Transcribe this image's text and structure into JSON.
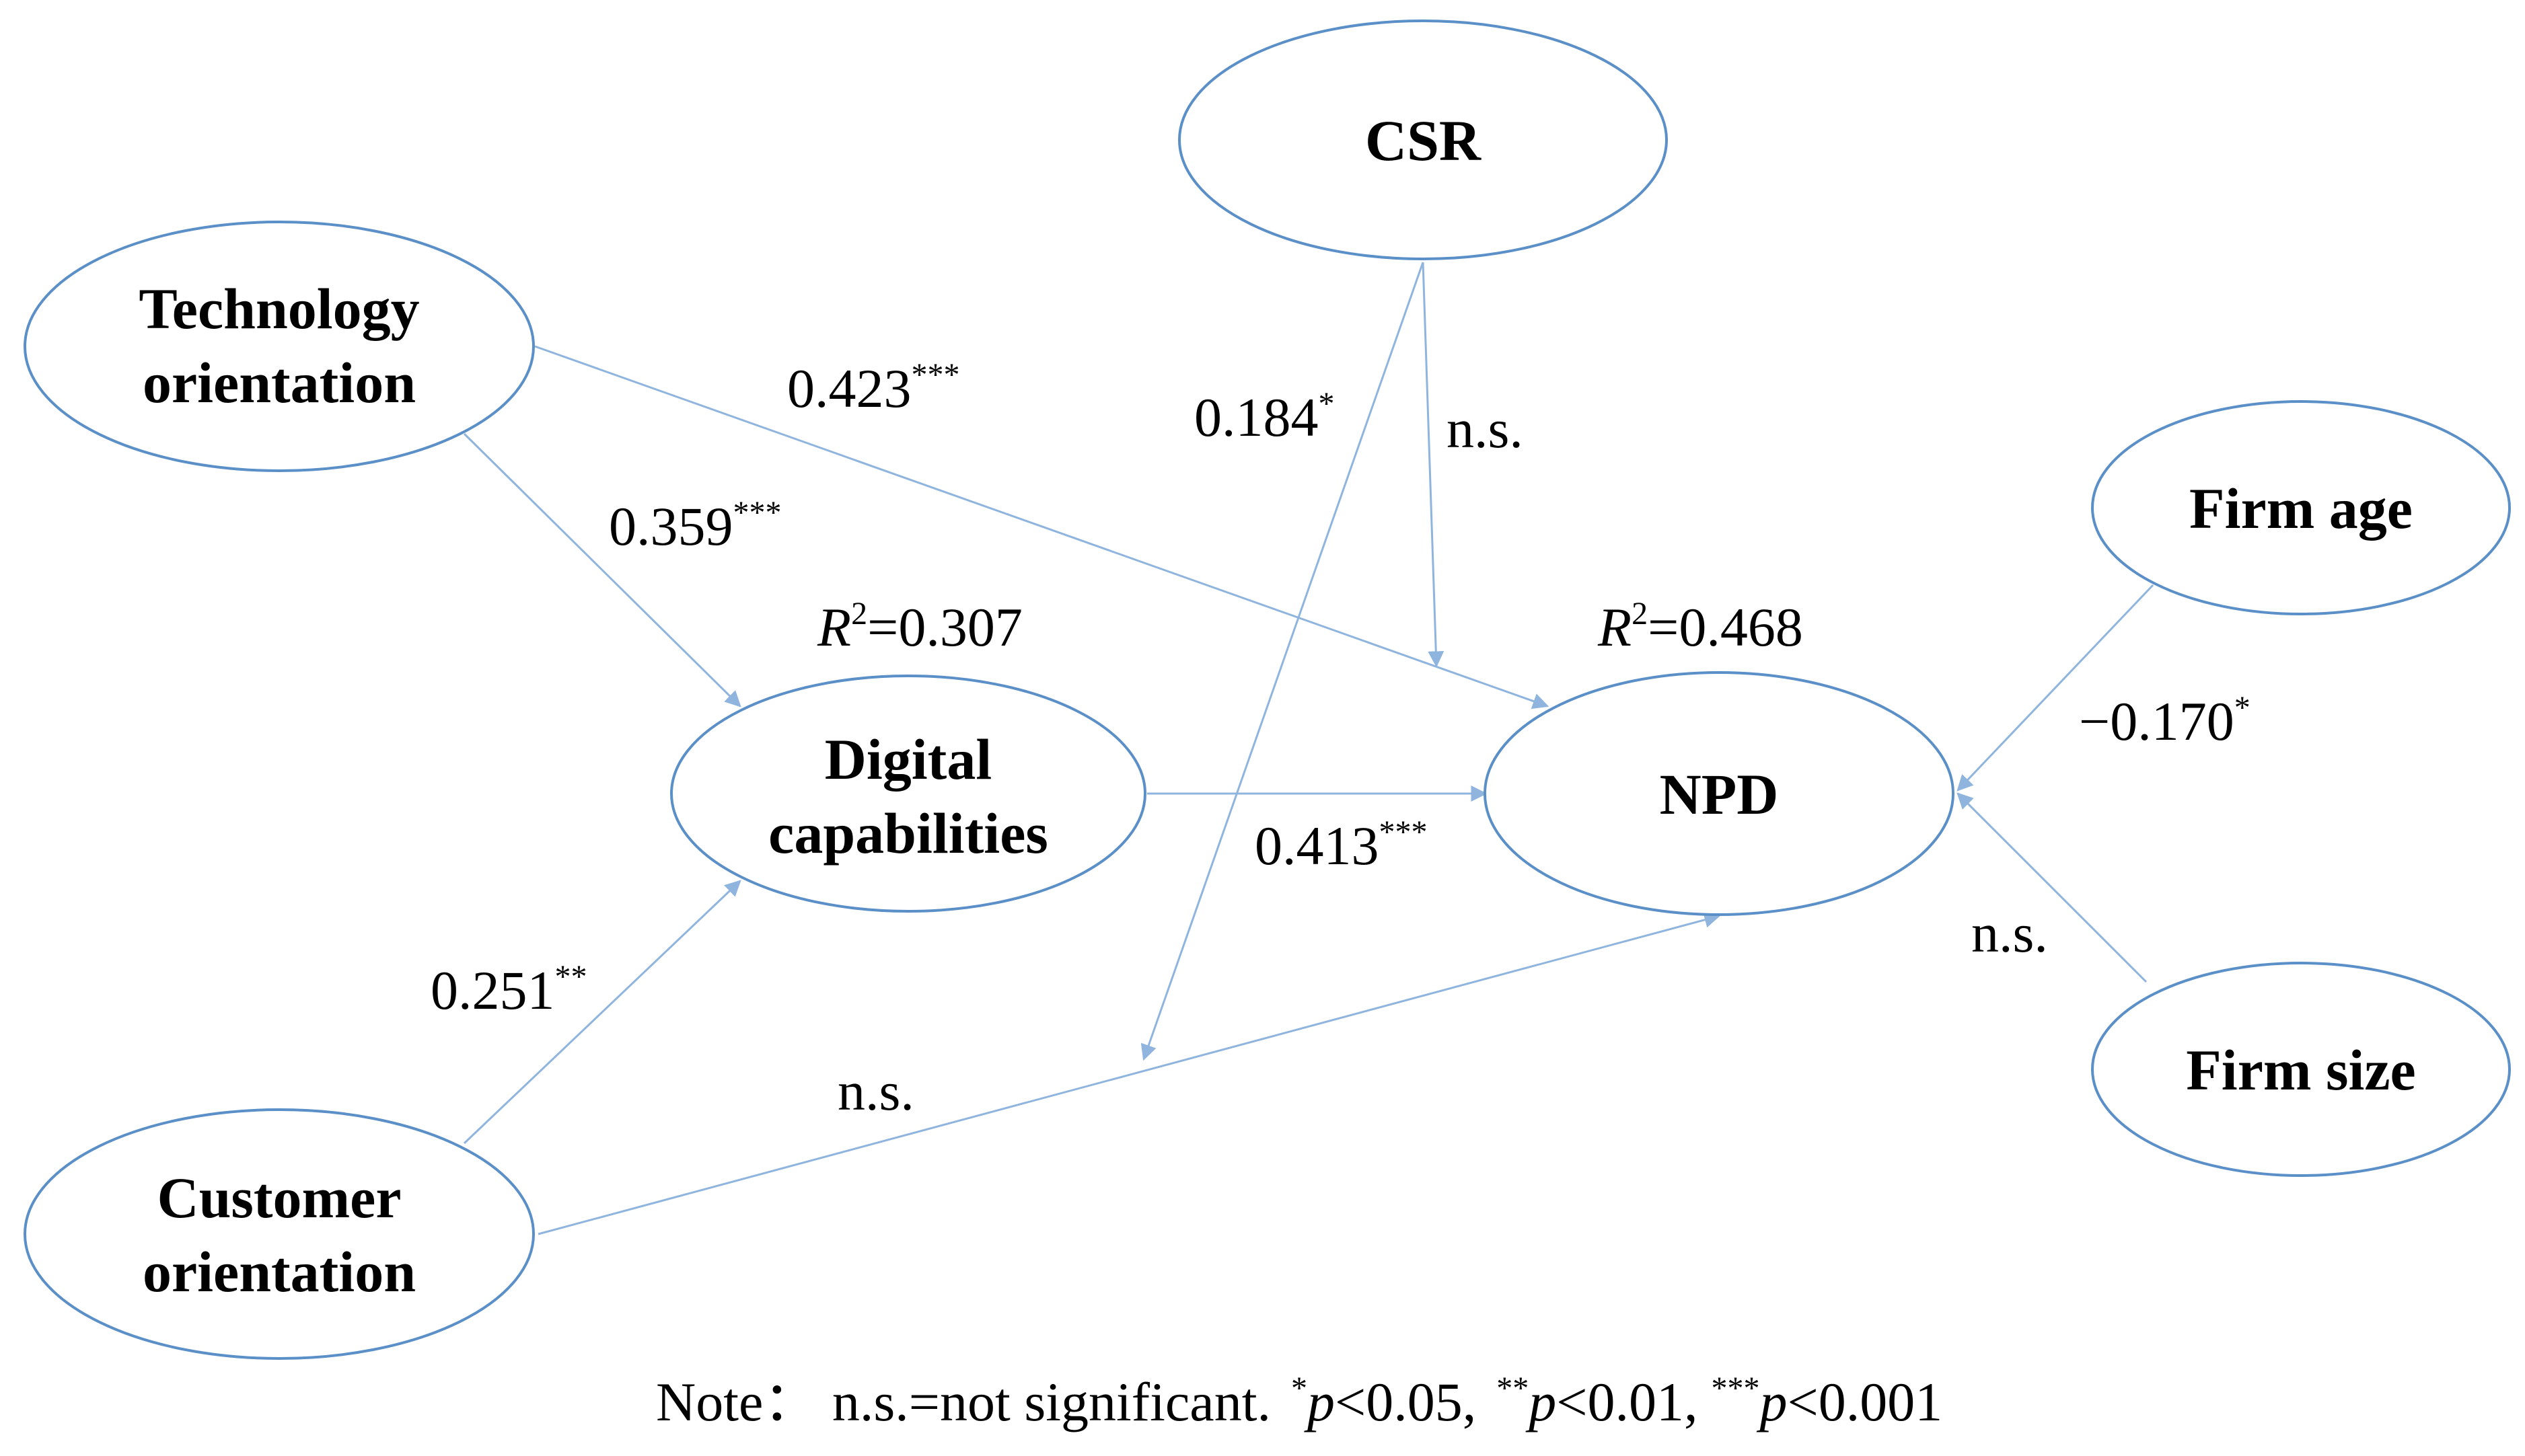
{
  "colors": {
    "node_stroke": "#5b8fc7",
    "edge": "#8fb5df",
    "text": "#000000"
  },
  "nodes": {
    "technology_orientation": {
      "line1": "Technology",
      "line2": "orientation"
    },
    "customer_orientation": {
      "line1": "Customer",
      "line2": "orientation"
    },
    "digital_capabilities": {
      "line1": "Digital",
      "line2": "capabilities"
    },
    "npd": {
      "label": "NPD"
    },
    "csr": {
      "label": "CSR"
    },
    "firm_age": {
      "label": "Firm age"
    },
    "firm_size": {
      "label": "Firm size"
    }
  },
  "paths": {
    "tech_to_dc": {
      "value": "0.359",
      "sig": "***"
    },
    "tech_to_npd": {
      "value": "0.423",
      "sig": "***"
    },
    "cust_to_dc": {
      "value": "0.251",
      "sig": "**"
    },
    "cust_to_npd": {
      "value": "n.s.",
      "sig": ""
    },
    "dc_to_npd": {
      "value": "0.413",
      "sig": "***"
    },
    "csr_moderation": {
      "value": "0.184",
      "sig": "*"
    },
    "csr_to_npd": {
      "value": "n.s.",
      "sig": ""
    },
    "firm_age_to_npd": {
      "value": "−0.170",
      "sig": "*"
    },
    "firm_size_to_npd": {
      "value": "n.s.",
      "sig": ""
    }
  },
  "r_squared": {
    "digital_capabilities": {
      "symbol": "R",
      "power": "2",
      "value": "=0.307"
    },
    "npd": {
      "symbol": "R",
      "power": "2",
      "value": "=0.468"
    }
  },
  "note": {
    "prefix": "Note： n.s.=not significant.",
    "sig1_mark": "*",
    "sig1_text": "<0.05,",
    "sig2_mark": "**",
    "sig2_text": "<0.01,",
    "sig3_mark": "***",
    "sig3_text": "<0.001",
    "p_symbol": "p"
  }
}
